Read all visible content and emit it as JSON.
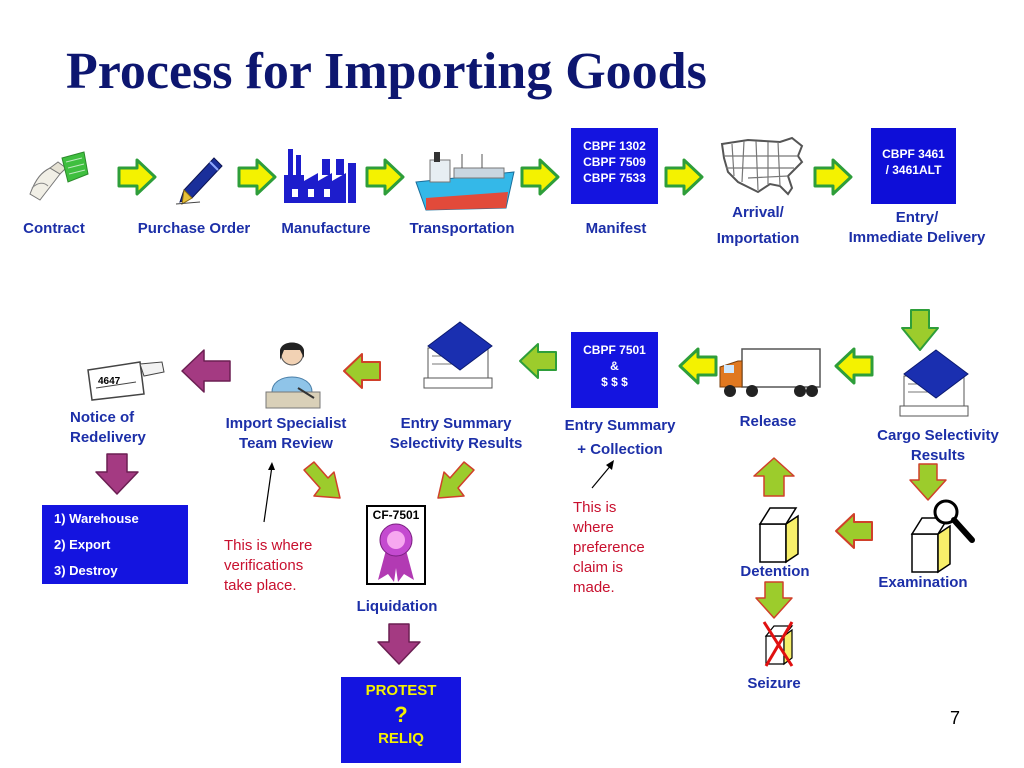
{
  "title": "Process for Importing Goods",
  "top_row": [
    {
      "label": "Contract"
    },
    {
      "label": "Purchase Order"
    },
    {
      "label": "Manufacture"
    },
    {
      "label": "Transportation"
    },
    {
      "label": "Manifest",
      "box_lines": [
        "CBPF 1302",
        "CBPF 7509",
        "CBPF 7533"
      ]
    },
    {
      "label_line1": "Arrival/",
      "label_line2": "Importation"
    },
    {
      "label_line1": "Entry/",
      "label_line2": "Immediate Delivery",
      "box_lines": [
        "CBPF 3461",
        "/ 3461ALT"
      ]
    }
  ],
  "middle_row": {
    "notice_line1": "Notice of",
    "notice_line2": "Redelivery",
    "notice_number": "4647",
    "specialist_line1": "Import Specialist",
    "specialist_line2": "Team Review",
    "selectivity_line1": "Entry Summary",
    "selectivity_line2": "Selectivity Results",
    "entry_summary_line1": "Entry Summary",
    "entry_summary_line2": "+  Collection",
    "entry_summary_box": [
      "CBPF 7501",
      "&",
      "$ $ $"
    ],
    "release": "Release",
    "cargo_line1": "Cargo Selectivity",
    "cargo_line2": "Results"
  },
  "options_list": [
    "1) Warehouse",
    "2) Export",
    "3) Destroy"
  ],
  "notes": {
    "verifications": [
      "This is where",
      "verifications",
      "take place."
    ],
    "preference": [
      "This is",
      "where",
      "preference",
      "claim is",
      "made."
    ]
  },
  "bottom": {
    "cf_form": "CF-7501",
    "liquidation": "Liquidation",
    "detention": "Detention",
    "seizure": "Seizure",
    "examination": "Examination",
    "protest_lines": [
      "PROTEST",
      "?",
      "RELIQ"
    ]
  },
  "page_number": "7",
  "colors": {
    "title": "#0d1670",
    "label": "#1c2fa8",
    "box_blue": "#1414e0",
    "note_red": "#c8102e",
    "arrow_green": "#2e9e3a",
    "arrow_yellow": "#f4f200",
    "arrow_lime": "#9ccc2c",
    "arrow_magenta": "#a43a82"
  }
}
